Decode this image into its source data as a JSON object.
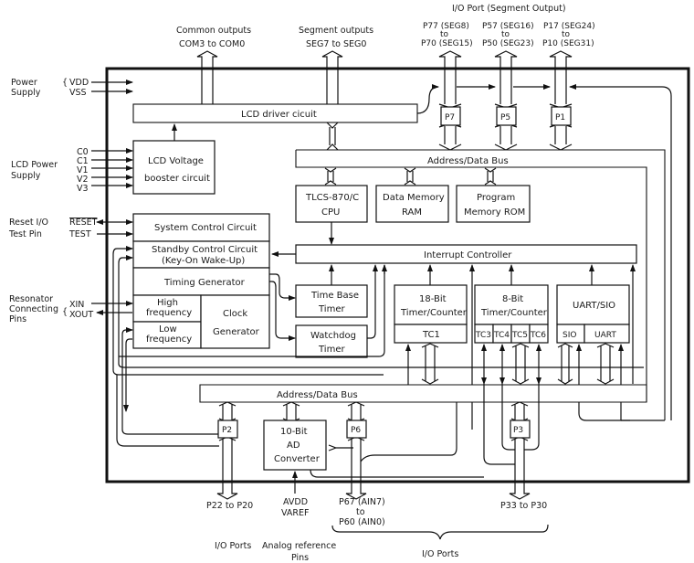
{
  "external_labels": {
    "power_supply": [
      "Power",
      "Supply"
    ],
    "power_pins": [
      "VDD",
      "VSS"
    ],
    "lcd_power_supply": [
      "LCD Power",
      "Supply"
    ],
    "lcd_power_pins": [
      "C0",
      "C1",
      "V1",
      "V2",
      "V3"
    ],
    "reset_io": "Reset I/O",
    "test_pin": "Test Pin",
    "reset_pin": "RESET",
    "test_pin_name": "TEST",
    "resonator": [
      "Resonator",
      "Connecting",
      "Pins"
    ],
    "resonator_pins": [
      "XIN",
      "XOUT"
    ],
    "common_outputs": [
      "Common outputs",
      "COM3 to COM0"
    ],
    "segment_outputs": [
      "Segment outputs",
      "SEG7 to SEG0"
    ],
    "io_port_segment_output": "I/O Port (Segment Output)",
    "p7_range": [
      "P77 (SEG8)",
      "to",
      "P70 (SEG15)"
    ],
    "p5_range": [
      "P57 (SEG16)",
      "to",
      "P50 (SEG23)"
    ],
    "p1_range": [
      "P17 (SEG24)",
      "to",
      "P10 (SEG31)"
    ],
    "p2_range": "P22 to P20",
    "analog_pins": [
      "AVDD",
      "VAREF"
    ],
    "p6_range": [
      "P67 (AIN7)",
      "to",
      "P60 (AIN0)"
    ],
    "p3_range": "P33 to P30",
    "io_ports_left": "I/O Ports",
    "analog_reference": [
      "Analog reference",
      "Pins"
    ],
    "io_ports_bottom": "I/O Ports"
  },
  "blocks": {
    "lcd_driver": "LCD driver cicuit",
    "lcd_voltage": [
      "LCD Voltage",
      "booster circuit"
    ],
    "address_data_bus_top": "Address/Data Bus",
    "cpu": [
      "TLCS-870/C",
      "CPU"
    ],
    "ram": [
      "Data Memory",
      "RAM"
    ],
    "rom": [
      "Program",
      "Memory ROM"
    ],
    "system_control": "System Control Circuit",
    "standby_control": [
      "Standby Control Circuit",
      "(Key-On Wake-Up)"
    ],
    "timing_generator": "Timing Generator",
    "high_freq": [
      "High",
      "frequency"
    ],
    "low_freq": [
      "Low",
      "frequency"
    ],
    "clock_generator": [
      "Clock",
      "Generator"
    ],
    "interrupt_controller": "Interrupt Controller",
    "time_base_timer": [
      "Time Base",
      "Timer"
    ],
    "watchdog_timer": [
      "Watchdog",
      "Timer"
    ],
    "timer18": [
      "18-Bit",
      "Timer/Counter"
    ],
    "tc1": "TC1",
    "timer8": [
      "8-Bit",
      "Timer/Counter"
    ],
    "tc_sub": [
      "TC3",
      "TC4",
      "TC5",
      "TC6"
    ],
    "uart_sio": "UART/SIO",
    "sio": "SIO",
    "uart": "UART",
    "address_data_bus_bottom": "Address/Data Bus",
    "adc": [
      "10-Bit",
      "AD",
      "Converter"
    ],
    "ports": {
      "p7": "P7",
      "p5": "P5",
      "p1": "P1",
      "p2": "P2",
      "p6": "P6",
      "p3": "P3"
    }
  }
}
